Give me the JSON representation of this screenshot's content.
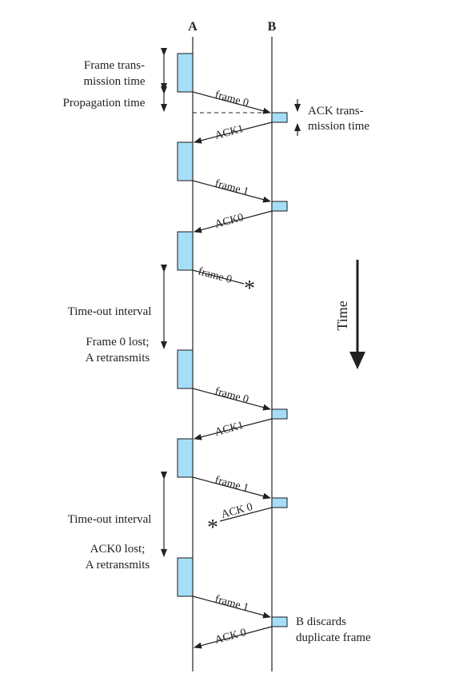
{
  "header": {
    "station_a": "A",
    "station_b": "B"
  },
  "colors": {
    "frame_box": "#a6def7",
    "ink": "#222222"
  },
  "labels": {
    "frame_tx_line1": "Frame trans-",
    "frame_tx_line2": "mission time",
    "propagation": "Propagation time",
    "ack_tx_line1": "ACK trans-",
    "ack_tx_line2": "mission time",
    "timeout1": "Time-out interval",
    "frame0_lost_line1": "Frame 0 lost;",
    "frame0_lost_line2": "A retransmits",
    "timeout2": "Time-out interval",
    "ack0_lost_line1": "ACK0 lost;",
    "ack0_lost_line2": "A retransmits",
    "b_discards_line1": "B discards",
    "b_discards_line2": "duplicate frame",
    "time": "Time"
  },
  "messages": {
    "m1": "frame 0",
    "m2": "ACK1",
    "m3": "frame 1",
    "m4": "ACK0",
    "m5": "frame 0",
    "m6": "frame 0",
    "m7": "ACK1",
    "m8": "frame 1",
    "m9": "ACK 0",
    "m10": "frame 1",
    "m11": "ACK 0"
  },
  "loss_marker": "*"
}
